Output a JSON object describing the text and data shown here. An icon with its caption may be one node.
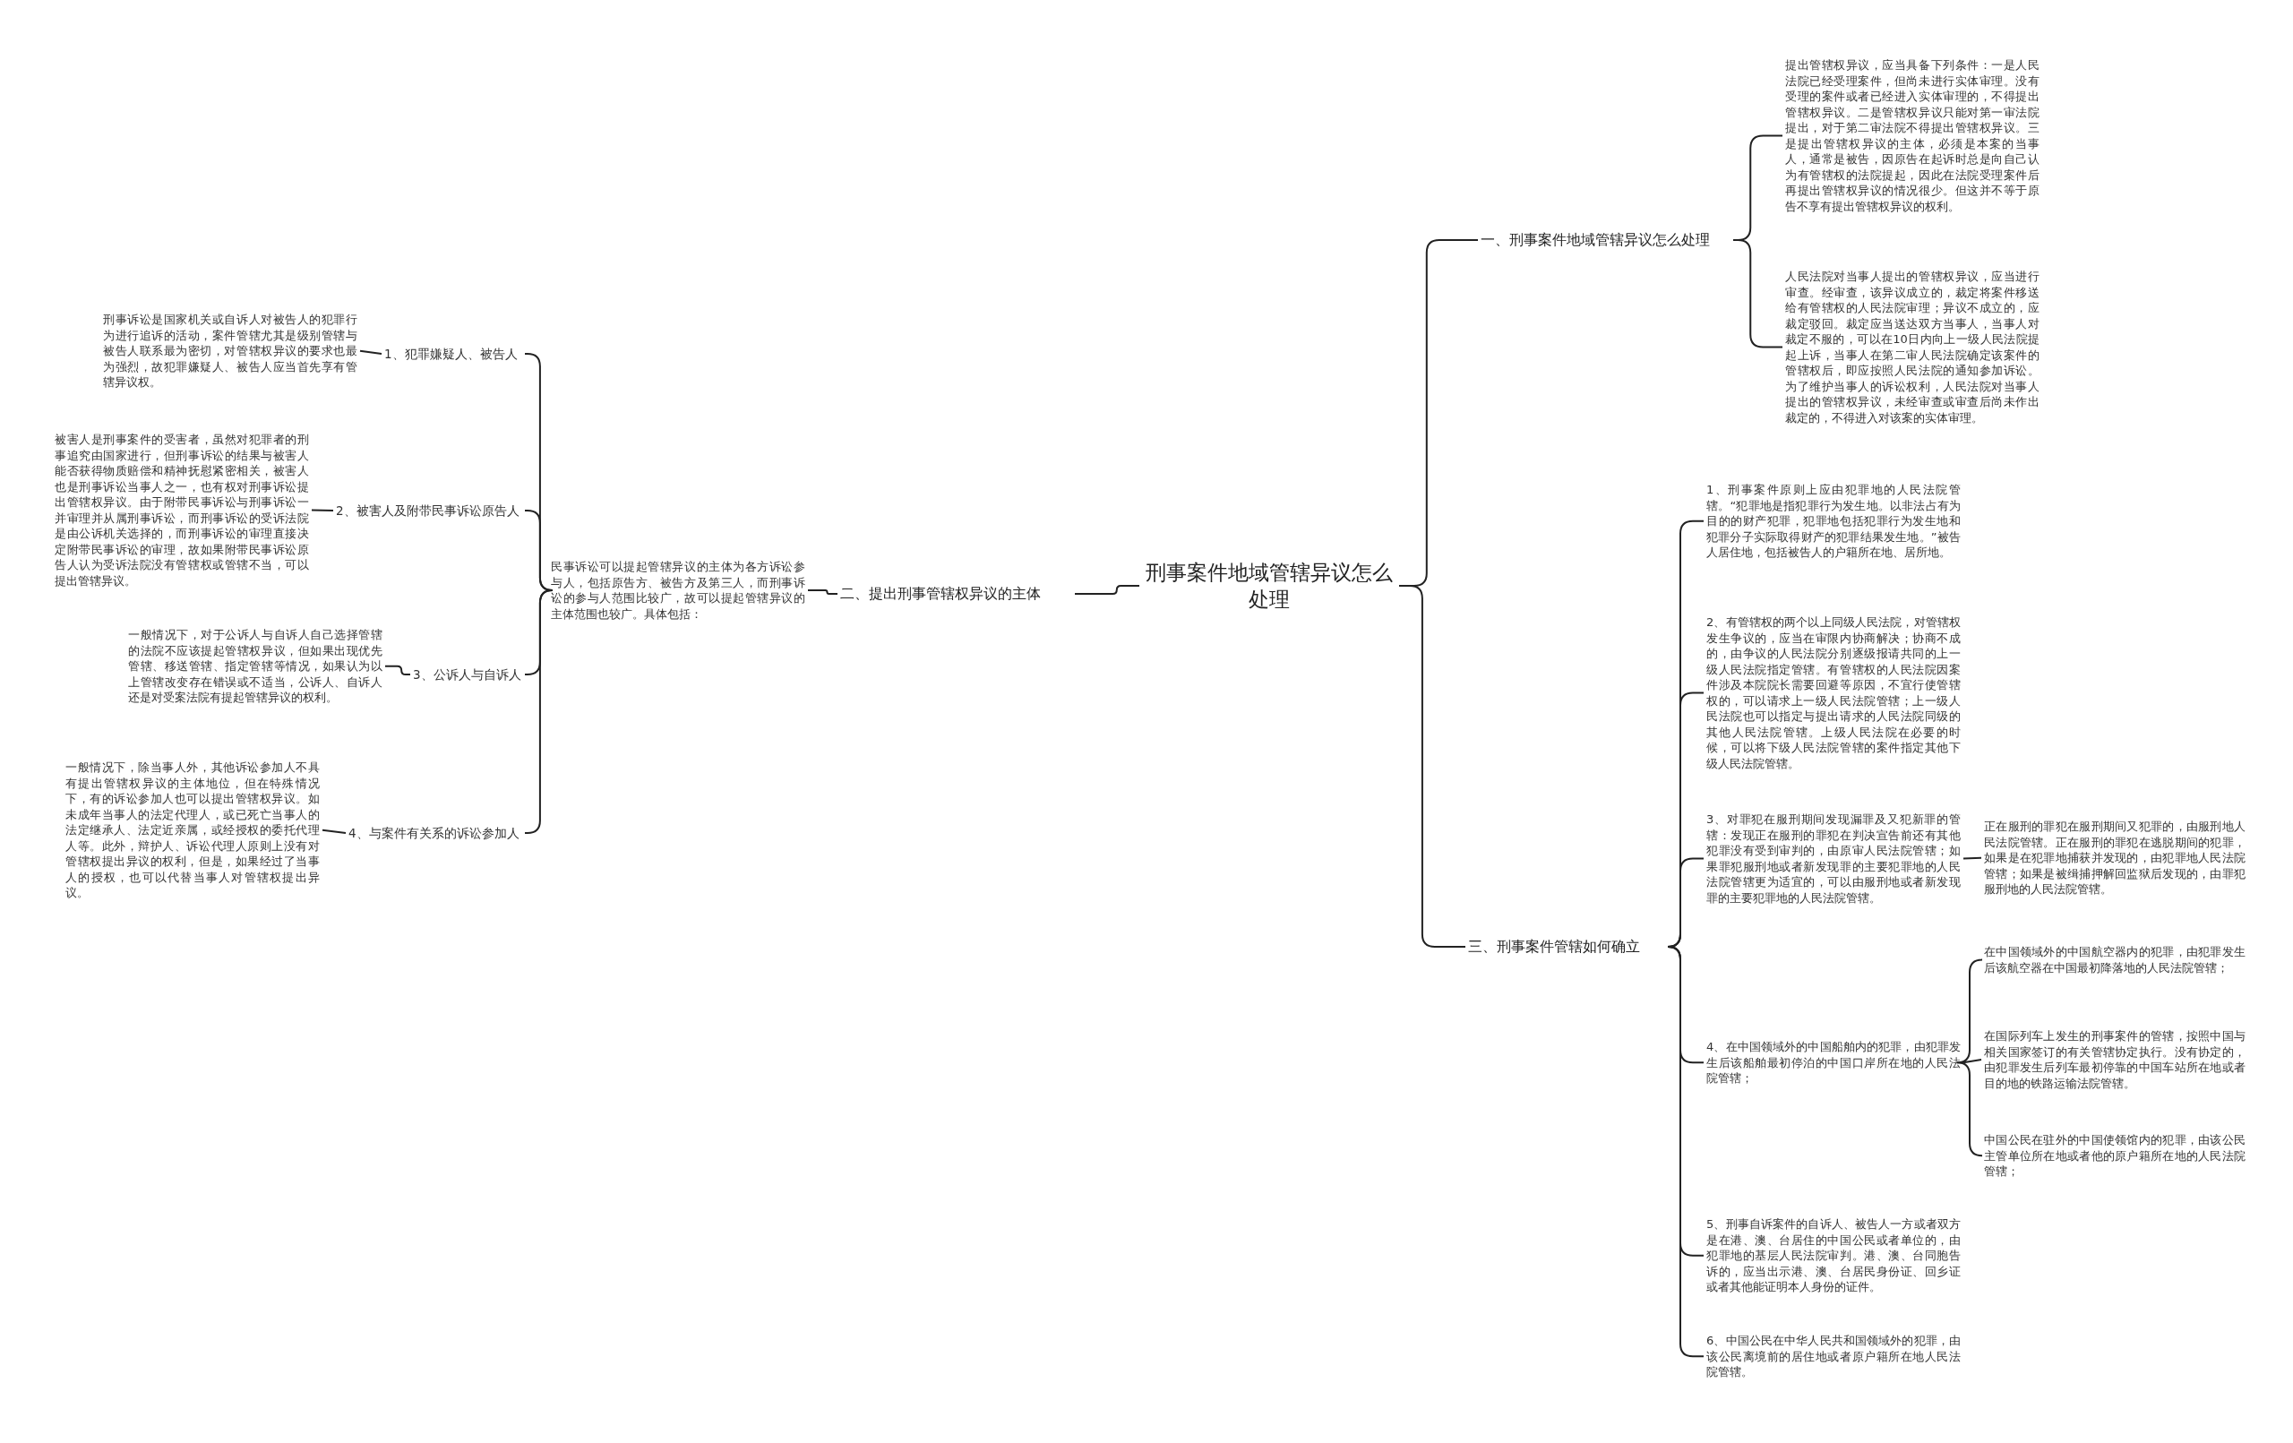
{
  "diagram": {
    "nodes": [
      {
        "text": [
          "刑事案件地域管辖异议怎么处理"
        ]
      },
      {
        "text": [
          "一、刑事案件地域管辖异议怎么处理"
        ]
      },
      {
        "text": [
          "提出管辖权异议，应当具备下列条件：一是人民法院已经受理案件，但尚未进行实体审理。没有受理的案件或者已经进入实体审理的，不得提出管辖权异议。二是管辖权异议只能对第一审法院提出，对于第二审法院不得提出管辖权异议。三是提出管辖权异议的主体，必须是本案的当事人，通常是被告，因原告在起诉时总是向自己认为有管辖权的法院提起，因此在法院受理案件后再提出管辖权异议的情况很少。但这并不等于原告不享有提出管辖权异议的权利。"
        ]
      },
      {
        "text": [
          "人民法院对当事人提出的管辖权异议，应当进行审查。经审查，该异议成立的，裁定将案件移送给有管辖权的人民法院审理；异议不成立的，应裁定驳回。裁定应当送达双方当事人，当事人对裁定不服的，可以在10日内向上一级人民法院提起上诉，当事人在第二审人民法院确定该案件的管辖权后，即应按照人民法院的通知参加诉讼。为了维护当事人的诉讼权利，人民法院对当事人提出的管辖权异议，未经审查或审查后尚未作出裁定的，不得进入对该案的实体审理。"
        ]
      },
      {
        "text": [
          "二、提出刑事管辖权异议的主体"
        ]
      },
      {
        "text": [
          "民事诉讼可以提起管辖异议的主体为各方诉讼参与人，包括原告方、被告方及第三人，而刑事诉讼的参与人范围比较广，故可以提起管辖异议的主体范围也较广。具体包括："
        ]
      },
      {
        "text": [
          "1、犯罪嫌疑人、被告人"
        ]
      },
      {
        "text": [
          "刑事诉讼是国家机关或自诉人对被告人的犯罪行为进行追诉的活动，案件管辖尤其是级别管辖与被告人联系最为密切，对管辖权异议的要求也最为强烈，故犯罪嫌疑人、被告人应当首先享有管辖异议权。"
        ]
      },
      {
        "text": [
          "2、被害人及附带民事诉讼原告人"
        ]
      },
      {
        "text": [
          "被害人是刑事案件的受害者，虽然对犯罪者的刑事追究由国家进行，但刑事诉讼的结果与被害人能否获得物质赔偿和精神抚慰紧密相关，被害人也是刑事诉讼当事人之一，也有权对刑事诉讼提出管辖权异议。由于附带民事诉讼与刑事诉讼一并审理并从属刑事诉讼，而刑事诉讼的受诉法院是由公诉机关选择的，而刑事诉讼的审理直接决定附带民事诉讼的审理，故如果附带民事诉讼原告人认为受诉法院没有管辖权或管辖不当，可以提出管辖异议。"
        ]
      },
      {
        "text": [
          "3、公诉人与自诉人"
        ]
      },
      {
        "text": [
          "一般情况下，对于公诉人与自诉人自己选择管辖的法院不应该提起管辖权异议，但如果出现优先管辖、移送管辖、指定管辖等情况，如果认为以上管辖改变存在错误或不适当，公诉人、自诉人还是对受案法院有提起管辖异议的权利。"
        ]
      },
      {
        "text": [
          "4、与案件有关系的诉讼参加人"
        ]
      },
      {
        "text": [
          "一般情况下，除当事人外，其他诉讼参加人不具有提出管辖权异议的主体地位，但在特殊情况下，有的诉讼参加人也可以提出管辖权异议。如未成年当事人的法定代理人，或已死亡当事人的法定继承人、法定近亲属，或经授权的委托代理人等。此外，辩护人、诉讼代理人原则上没有对管辖权提出异议的权利，但是，如果经过了当事人的授权，也可以代替当事人对管辖权提出异议。"
        ]
      },
      {
        "text": [
          "三、刑事案件管辖如何确立"
        ]
      },
      {
        "text": [
          "1、刑事案件原则上应由犯罪地的人民法院管辖。“犯罪地是指犯罪行为发生地。以非法占有为目的的财产犯罪，犯罪地包括犯罪行为发生地和犯罪分子实际取得财产的犯罪结果发生地。”被告人居住地，包括被告人的户籍所在地、居所地。"
        ]
      },
      {
        "text": [
          "2、有管辖权的两个以上同级人民法院，对管辖权发生争议的，应当在审限内协商解决；协商不成的，由争议的人民法院分别逐级报请共同的上一级人民法院指定管辖。有管辖权的人民法院因案件涉及本院院长需要回避等原因，不宜行使管辖权的，可以请求上一级人民法院管辖；上一级人民法院也可以指定与提出请求的人民法院同级的其他人民法院管辖。上级人民法院在必要的时候，可以将下级人民法院管辖的案件指定其他下级人民法院管辖。"
        ]
      },
      {
        "text": [
          "3、对罪犯在服刑期间发现漏罪及又犯新罪的管辖：发现正在服刑的罪犯在判决宣告前还有其他犯罪没有受到审判的，由原审人民法院管辖；如果罪犯服刑地或者新发现罪的主要犯罪地的人民法院管辖更为适宜的，可以由服刑地或者新发现罪的主要犯罪地的人民法院管辖。"
        ]
      },
      {
        "text": [
          "正在服刑的罪犯在服刑期间又犯罪的，由服刑地人民法院管辖。正在服刑的罪犯在逃脱期间的犯罪，如果是在犯罪地捕获并发现的，由犯罪地人民法院管辖；如果是被缉捕押解回监狱后发现的，由罪犯服刑地的人民法院管辖。"
        ]
      },
      {
        "text": [
          "4、在中国领域外的中国船舶内的犯罪，由犯罪发生后该船舶最初停泊的中国口岸所在地的人民法院管辖；"
        ]
      },
      {
        "text": [
          "在中国领域外的中国航空器内的犯罪，由犯罪发生后该航空器在中国最初降落地的人民法院管辖；"
        ]
      },
      {
        "text": [
          "在国际列车上发生的刑事案件的管辖，按照中国与相关国家签订的有关管辖协定执行。没有协定的，由犯罪发生后列车最初停靠的中国车站所在地或者目的地的铁路运输法院管辖。"
        ]
      },
      {
        "text": [
          "中国公民在驻外的中国使领馆内的犯罪，由该公民主管单位所在地或者他的原户籍所在地的人民法院管辖；"
        ]
      },
      {
        "text": [
          "5、刑事自诉案件的自诉人、被告人一方或者双方是在港、澳、台居住的中国公民或者单位的，由犯罪地的基层人民法院审判。港、澳、台同胞告诉的，应当出示港、澳、台居民身份证、回乡证或者其他能证明本人身份的证件。"
        ]
      },
      {
        "text": [
          "6、中国公民在中华人民共和国领域外的犯罪，由该公民离境前的居住地或者原户籍所在地人民法院管辖。"
        ]
      }
    ],
    "edges": [
      {
        "from": 0,
        "to": 1,
        "arrow": "none"
      },
      {
        "from": 1,
        "to": 2,
        "arrow": "none"
      },
      {
        "from": 1,
        "to": 3,
        "arrow": "none"
      },
      {
        "from": 0,
        "to": 4,
        "arrow": "none"
      },
      {
        "from": 4,
        "to": 5,
        "arrow": "none"
      },
      {
        "from": 5,
        "to": 6,
        "arrow": "none"
      },
      {
        "from": 6,
        "to": 7,
        "arrow": "none"
      },
      {
        "from": 5,
        "to": 8,
        "arrow": "none"
      },
      {
        "from": 8,
        "to": 9,
        "arrow": "none"
      },
      {
        "from": 5,
        "to": 10,
        "arrow": "none"
      },
      {
        "from": 10,
        "to": 11,
        "arrow": "none"
      },
      {
        "from": 5,
        "to": 12,
        "arrow": "none"
      },
      {
        "from": 12,
        "to": 13,
        "arrow": "none"
      },
      {
        "from": 0,
        "to": 14,
        "arrow": "none"
      },
      {
        "from": 14,
        "to": 15,
        "arrow": "none"
      },
      {
        "from": 14,
        "to": 16,
        "arrow": "none"
      },
      {
        "from": 14,
        "to": 17,
        "arrow": "none"
      },
      {
        "from": 17,
        "to": 18,
        "arrow": "none"
      },
      {
        "from": 14,
        "to": 19,
        "arrow": "none"
      },
      {
        "from": 19,
        "to": 20,
        "arrow": "none"
      },
      {
        "from": 19,
        "to": 21,
        "arrow": "none"
      },
      {
        "from": 19,
        "to": 22,
        "arrow": "none"
      },
      {
        "from": 14,
        "to": 23,
        "arrow": "none"
      },
      {
        "from": 14,
        "to": 24,
        "arrow": "none"
      }
    ]
  }
}
